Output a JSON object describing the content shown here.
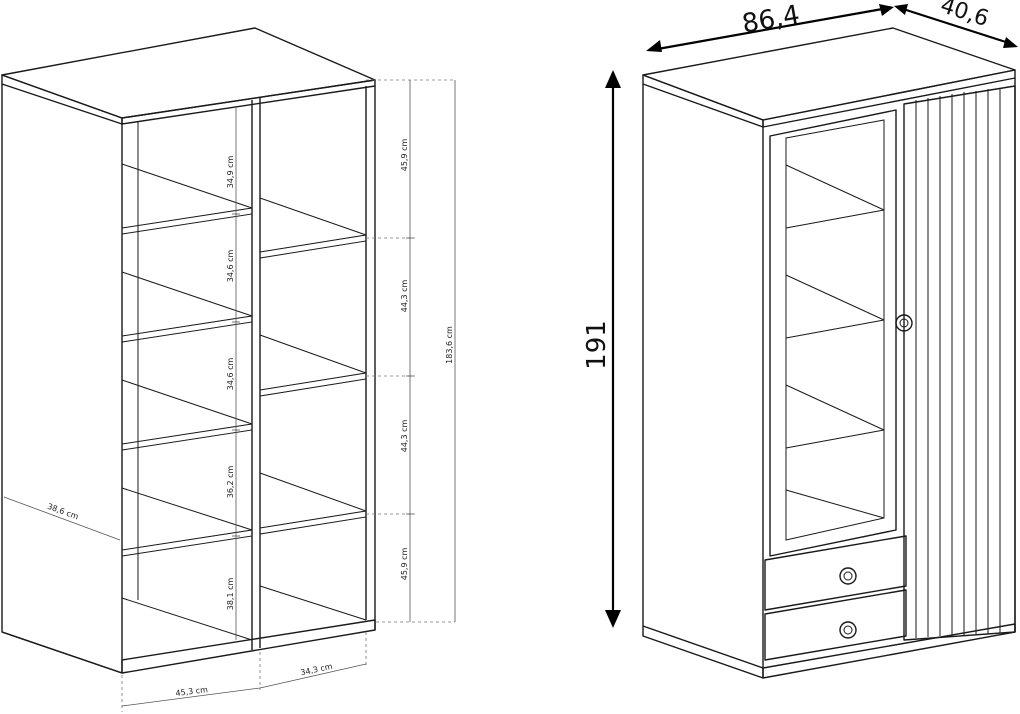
{
  "left_view": {
    "height_total": "183,6 cm",
    "depth": "38,6 cm",
    "width_left_section": "45,3 cm",
    "width_right_section": "34,3 cm",
    "left_column_heights": [
      "34,9 cm",
      "34,6 cm",
      "34,6 cm",
      "36,2 cm",
      "38,1 cm"
    ],
    "right_column_heights": [
      "45,9 cm",
      "44,3 cm",
      "44,3 cm",
      "45,9 cm"
    ]
  },
  "right_view": {
    "width": "86,4",
    "depth": "40,6",
    "height": "191"
  }
}
